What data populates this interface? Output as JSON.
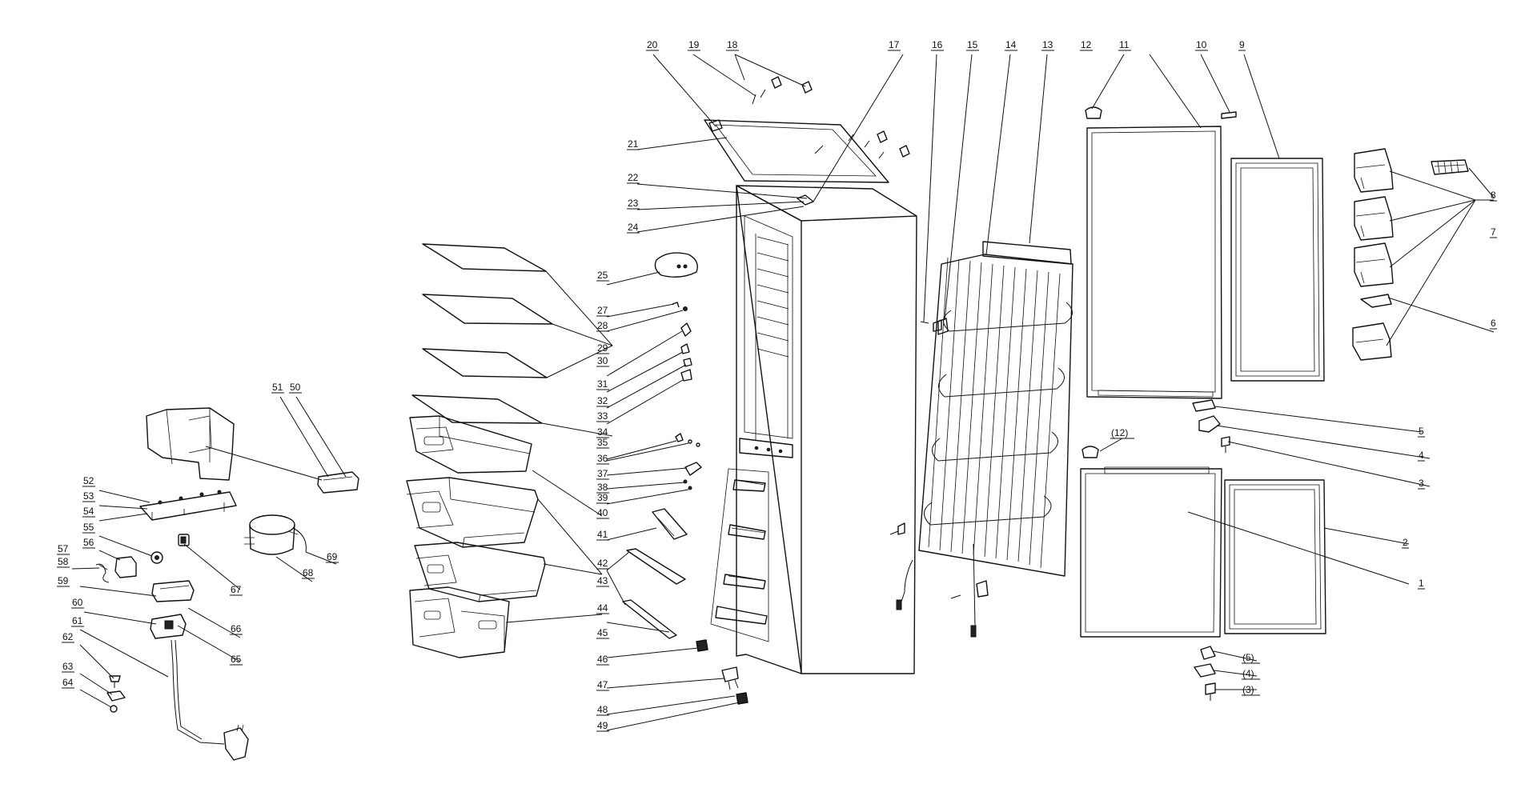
{
  "diagram": {
    "callouts": [
      {
        "id": "c1",
        "label": "1"
      },
      {
        "id": "c2",
        "label": "2"
      },
      {
        "id": "c3",
        "label": "3"
      },
      {
        "id": "c4",
        "label": "4"
      },
      {
        "id": "c5",
        "label": "5"
      },
      {
        "id": "c6",
        "label": "6"
      },
      {
        "id": "c7",
        "label": "7"
      },
      {
        "id": "c8",
        "label": "8"
      },
      {
        "id": "c9",
        "label": "9"
      },
      {
        "id": "c10",
        "label": "10"
      },
      {
        "id": "c11",
        "label": "11"
      },
      {
        "id": "c12",
        "label": "12"
      },
      {
        "id": "c13",
        "label": "13"
      },
      {
        "id": "c14",
        "label": "14"
      },
      {
        "id": "c15",
        "label": "15"
      },
      {
        "id": "c16",
        "label": "16"
      },
      {
        "id": "c17",
        "label": "17"
      },
      {
        "id": "c18",
        "label": "18"
      },
      {
        "id": "c19",
        "label": "19"
      },
      {
        "id": "c20",
        "label": "20"
      },
      {
        "id": "c21",
        "label": "21"
      },
      {
        "id": "c22",
        "label": "22"
      },
      {
        "id": "c23",
        "label": "23"
      },
      {
        "id": "c24",
        "label": "24"
      },
      {
        "id": "c25",
        "label": "25"
      },
      {
        "id": "c27",
        "label": "27"
      },
      {
        "id": "c28",
        "label": "28"
      },
      {
        "id": "c29",
        "label": "29"
      },
      {
        "id": "c30",
        "label": "30"
      },
      {
        "id": "c31",
        "label": "31"
      },
      {
        "id": "c32",
        "label": "32"
      },
      {
        "id": "c33",
        "label": "33"
      },
      {
        "id": "c34",
        "label": "34"
      },
      {
        "id": "c35",
        "label": "35"
      },
      {
        "id": "c36",
        "label": "36"
      },
      {
        "id": "c37",
        "label": "37"
      },
      {
        "id": "c38",
        "label": "38"
      },
      {
        "id": "c39",
        "label": "39"
      },
      {
        "id": "c40",
        "label": "40"
      },
      {
        "id": "c41",
        "label": "41"
      },
      {
        "id": "c42",
        "label": "42"
      },
      {
        "id": "c43",
        "label": "43"
      },
      {
        "id": "c44",
        "label": "44"
      },
      {
        "id": "c45",
        "label": "45"
      },
      {
        "id": "c46",
        "label": "46"
      },
      {
        "id": "c47",
        "label": "47"
      },
      {
        "id": "c48",
        "label": "48"
      },
      {
        "id": "c49",
        "label": "49"
      },
      {
        "id": "c50",
        "label": "50"
      },
      {
        "id": "c51",
        "label": "51"
      },
      {
        "id": "c52",
        "label": "52"
      },
      {
        "id": "c53",
        "label": "53"
      },
      {
        "id": "c54",
        "label": "54"
      },
      {
        "id": "c55",
        "label": "55"
      },
      {
        "id": "c56",
        "label": "56"
      },
      {
        "id": "c57",
        "label": "57"
      },
      {
        "id": "c58",
        "label": "58"
      },
      {
        "id": "c59",
        "label": "59"
      },
      {
        "id": "c60",
        "label": "60"
      },
      {
        "id": "c61",
        "label": "61"
      },
      {
        "id": "c62",
        "label": "62"
      },
      {
        "id": "c63",
        "label": "63"
      },
      {
        "id": "c64",
        "label": "64"
      },
      {
        "id": "c65",
        "label": "65"
      },
      {
        "id": "c66",
        "label": "66"
      },
      {
        "id": "c67",
        "label": "67"
      },
      {
        "id": "c68",
        "label": "68"
      },
      {
        "id": "c69",
        "label": "69"
      },
      {
        "id": "c12b",
        "label": "(12)"
      },
      {
        "id": "c5b",
        "label": "(5)"
      },
      {
        "id": "c4b",
        "label": "(4)"
      },
      {
        "id": "c3b",
        "label": "(3)"
      }
    ]
  }
}
